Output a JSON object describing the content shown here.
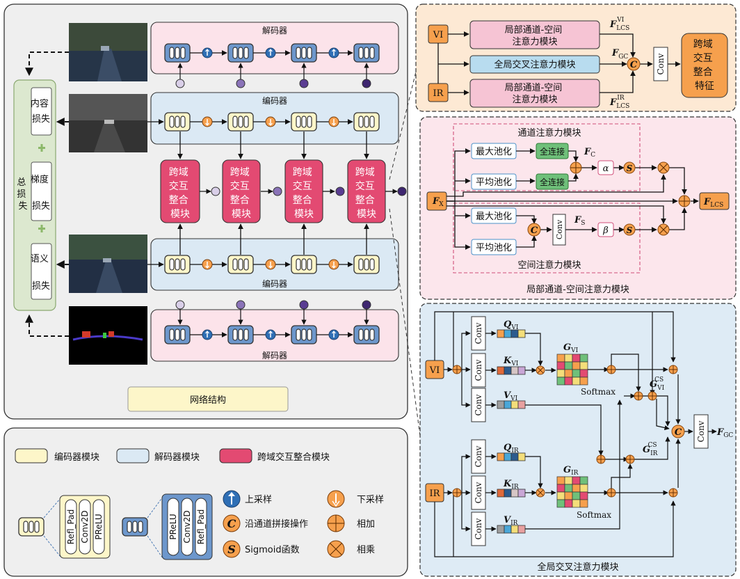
{
  "main": {
    "decoder_top_title": "解码器",
    "encoder_top_title": "编码器",
    "encoder_bottom_title": "编码器",
    "decoder_bottom_title": "解码器",
    "cdi_lines": [
      "跨域",
      "交互",
      "整合",
      "模块"
    ],
    "caption": "网络结构"
  },
  "losses": {
    "total": [
      "总",
      "损",
      "失"
    ],
    "content": [
      "内容",
      "损失"
    ],
    "gradient": [
      "梯度",
      "损失"
    ],
    "semantic": [
      "语义",
      "损失"
    ]
  },
  "legend": {
    "encoder_module": "编码器模块",
    "decoder_module": "解码器模块",
    "cdi_module": "跨域交互整合模块",
    "enc_layers": [
      "Refl_Pad",
      "Conv2D",
      "PReLU"
    ],
    "dec_layers": [
      "PReLU",
      "Conv2D",
      "Refl_Pad"
    ],
    "upsample": "上采样",
    "downsample": "下采样",
    "concat_glyph": "C",
    "concat": "沿通道拼接操作",
    "add": "相加",
    "sigmoid_glyph": "S",
    "sigmoid": "Sigmoid函数",
    "multiply": "相乘"
  },
  "panel_a": {
    "vi": "VI",
    "ir": "IR",
    "lcs_top": [
      "局部通道-空间",
      "注意力模块"
    ],
    "global": "全局交叉注意力模块",
    "lcs_bottom": [
      "局部通道-空间",
      "注意力模块"
    ],
    "f_lcs_vi": "F",
    "f_lcs_vi_sub": "LCS",
    "f_lcs_vi_sup": "VI",
    "f_gc": "F",
    "f_gc_sub": "GC",
    "f_lcs_ir": "F",
    "f_lcs_ir_sub": "LCS",
    "f_lcs_ir_sup": "IR",
    "conv": "Conv",
    "output": [
      "跨域",
      "交互",
      "整合",
      "特征"
    ]
  },
  "panel_b": {
    "channel_title": "通道注意力模块",
    "spatial_title": "空间注意力模块",
    "caption": "局部通道-空间注意力模块",
    "maxpool": "最大池化",
    "avgpool": "平均池化",
    "fc": "全连接",
    "fx": "F",
    "fx_sub": "X",
    "fc_label": "F",
    "fc_sub": "C",
    "fs_label": "F",
    "fs_sub": "S",
    "alpha": "α",
    "beta": "β",
    "conv": "Conv",
    "flcs": "F",
    "flcs_sub": "LCS"
  },
  "panel_c": {
    "caption": "全局交叉注意力模块",
    "vi": "VI",
    "ir": "IR",
    "conv": "Conv",
    "q_vi": "Q",
    "q_vi_sub": "VI",
    "k_vi": "K",
    "k_vi_sub": "VI",
    "v_vi": "V",
    "v_vi_sub": "VI",
    "g_vi": "G",
    "g_vi_sub": "VI",
    "q_ir": "Q",
    "q_ir_sub": "IR",
    "k_ir": "K",
    "k_ir_sub": "IR",
    "v_ir": "V",
    "v_ir_sub": "IR",
    "g_ir": "G",
    "g_ir_sub": "IR",
    "softmax": "Softmax",
    "gcs_vi": "G",
    "gcs_vi_sub": "VI",
    "gcs_vi_sup": "CS",
    "gcs_ir": "G",
    "gcs_ir_sub": "IR",
    "gcs_ir_sup": "CS",
    "fgc": "F",
    "fgc_sub": "GC"
  },
  "colors": {
    "encoder_fill": "#fdf6c9",
    "decoder_fill": "#dbe9f4",
    "cdi_fill": "#e34a72",
    "orange": "#f6a04d",
    "pink_panel": "#fce6ec",
    "blue_panel": "#deebf5",
    "peach_panel": "#fde9d4",
    "green_loss": "#dce8cf"
  }
}
